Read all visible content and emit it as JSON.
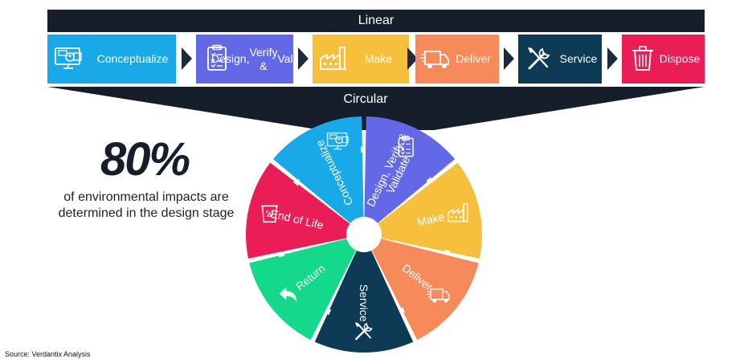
{
  "linear": {
    "title": "Linear",
    "steps": [
      {
        "name": "conceptualize",
        "lines": [
          "Conceptualize"
        ],
        "color": "#1aa9e8",
        "icon": "monitor-user-icon"
      },
      {
        "name": "design",
        "lines": [
          "Design,",
          "Verify &",
          "Validate"
        ],
        "color": "#6369e6",
        "icon": "clipboard-checklist-icon"
      },
      {
        "name": "make",
        "lines": [
          "Make"
        ],
        "color": "#f6c03c",
        "icon": "factory-icon"
      },
      {
        "name": "deliver",
        "lines": [
          "Deliver"
        ],
        "color": "#f68a5a",
        "icon": "delivery-truck-icon"
      },
      {
        "name": "service",
        "lines": [
          "Service"
        ],
        "color": "#0d3a54",
        "icon": "tools-icon"
      },
      {
        "name": "dispose",
        "lines": [
          "Dispose"
        ],
        "color": "#ea1d57",
        "icon": "trash-can-icon"
      }
    ]
  },
  "circular": {
    "title": "Circular",
    "segments": [
      {
        "name": "conceptualize",
        "lines": [
          "Conceptualize"
        ],
        "color": "#1aa9e8",
        "icon": "monitor-user-icon"
      },
      {
        "name": "design",
        "lines": [
          "Design, Verify &",
          "Validate"
        ],
        "color": "#6369e6",
        "icon": "clipboard-checklist-icon"
      },
      {
        "name": "make",
        "lines": [
          "Make"
        ],
        "color": "#f6c03c",
        "icon": "factory-icon"
      },
      {
        "name": "deliver",
        "lines": [
          "Deliver"
        ],
        "color": "#f68a5a",
        "icon": "delivery-truck-icon"
      },
      {
        "name": "service",
        "lines": [
          "Service"
        ],
        "color": "#0d3a54",
        "icon": "tools-icon"
      },
      {
        "name": "return",
        "lines": [
          "Return"
        ],
        "color": "#14d98b",
        "icon": "return-arrow-icon"
      },
      {
        "name": "end-of-life",
        "lines": [
          "End of Life"
        ],
        "color": "#ea1d57",
        "icon": "recycle-bin-icon"
      }
    ]
  },
  "stat": {
    "value": "80%",
    "caption": "of environmental impacts are determined in the design stage"
  },
  "source": "Source: Verdantix Analysis",
  "colors": {
    "dark": "#161d2b",
    "arrow": "#1b2a3c"
  }
}
